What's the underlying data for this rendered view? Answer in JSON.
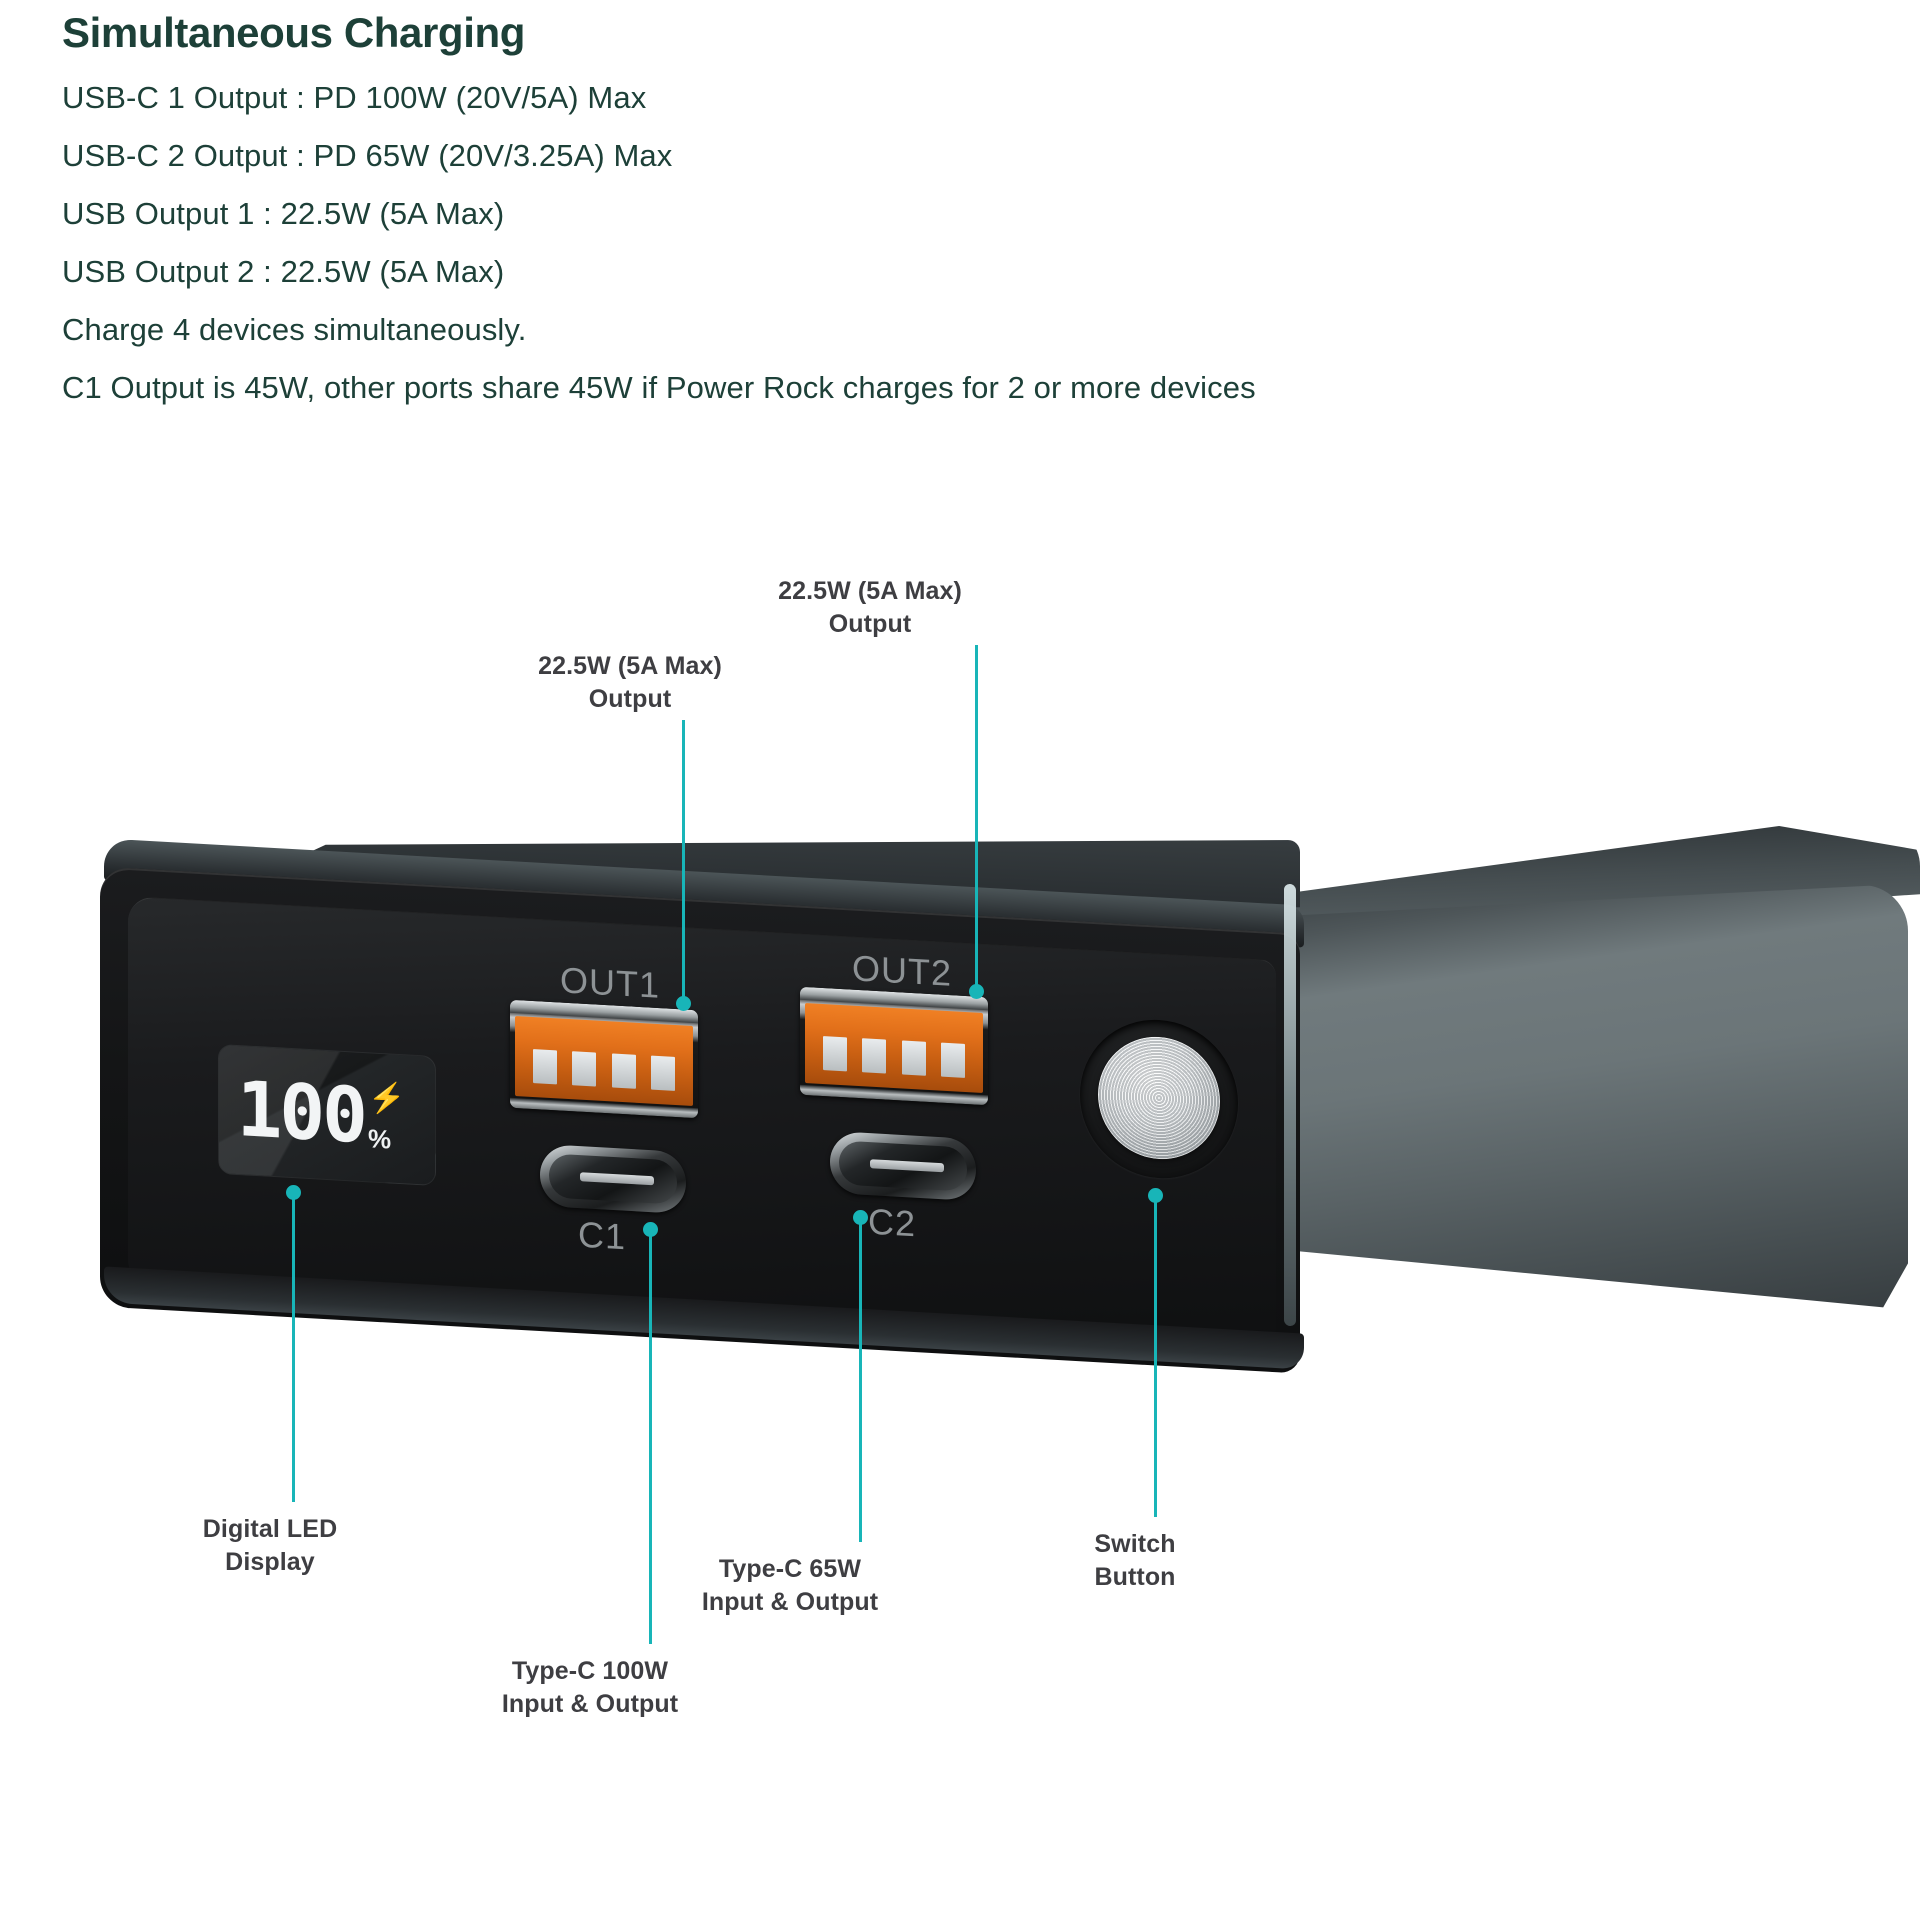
{
  "spec": {
    "title": "Simultaneous Charging",
    "lines": [
      "USB-C 1 Output : PD 100W (20V/5A) Max",
      "USB-C 2 Output : PD 65W (20V/3.25A) Max",
      "USB Output 1 : 22.5W (5A Max)",
      "USB Output 2 : 22.5W (5A Max)",
      "Charge 4 devices simultaneously.",
      "C1 Output is 45W, other ports share 45W if Power Rock charges for 2 or more devices"
    ]
  },
  "callouts": {
    "out1": "22.5W (5A Max)\nOutput",
    "out2": "22.5W (5A Max)\nOutput",
    "led": "Digital LED\nDisplay",
    "typec_100": "Type-C 100W\nInput & Output",
    "typec_65": "Type-C 65W\nInput & Output",
    "switch": "Switch\nButton"
  },
  "device": {
    "port_labels": {
      "out1": "OUT1",
      "out2": "OUT2",
      "c1": "C1",
      "c2": "C2"
    },
    "led_display": {
      "value": "100",
      "unit": "%",
      "charging_icon": "⚡"
    }
  },
  "colors": {
    "heading": "#1d4038",
    "body_text": "#1d4038",
    "callout_text": "#3e3e42",
    "leader_line": "#18b5b8",
    "usb_a_orange": "#e2701a",
    "led_green": "#4ee6a0",
    "shell_gray": "#6b7578",
    "face_black": "#17181a"
  }
}
